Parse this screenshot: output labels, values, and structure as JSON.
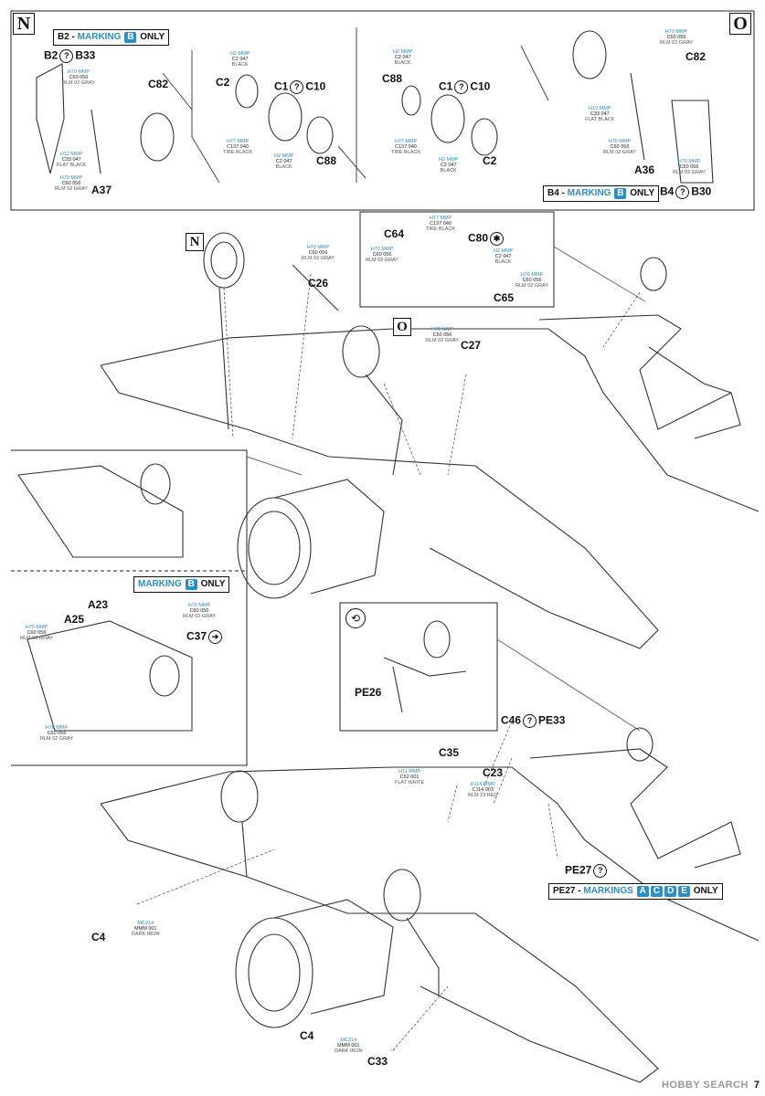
{
  "steps": {
    "N": "N",
    "O": "O",
    "N_inline": "N",
    "O_inline": "O"
  },
  "markings": {
    "b2_only": {
      "prefix": "B2 - ",
      "word": "MARKING",
      "letter": "B",
      "suffix": "ONLY"
    },
    "b4_only": {
      "prefix": "B4 - ",
      "word": "MARKING",
      "letter": "B",
      "suffix": "ONLY"
    },
    "b_only": {
      "word": "MARKING",
      "letter": "B",
      "suffix": "ONLY"
    },
    "pe27": {
      "prefix": "PE27 - ",
      "word": "MARKINGS",
      "letters": [
        "A",
        "C",
        "D",
        "E"
      ],
      "suffix": "ONLY"
    }
  },
  "labels": {
    "b2_b33": {
      "a": "B2",
      "b": "B33"
    },
    "c82_n": "C82",
    "a37": "A37",
    "c2_n": "C2",
    "c1_c10_n": {
      "a": "C1",
      "b": "C10"
    },
    "c88_n": "C88",
    "c88_o": "C88",
    "c1_c10_o": {
      "a": "C1",
      "b": "C10"
    },
    "c2_o": "C2",
    "c82_o": "C82",
    "a36": "A36",
    "b4_b30": {
      "a": "B4",
      "b": "B30"
    },
    "c26": "C26",
    "c64": "C64",
    "c80": "C80",
    "c65": "C65",
    "c27": "C27",
    "a23": "A23",
    "a25": "A25",
    "c37": "C37",
    "pe26": "PE26",
    "c46_pe33": {
      "a": "C46",
      "b": "PE33"
    },
    "c35": "C35",
    "c23": "C23",
    "pe27": "PE27",
    "c4_a": "C4",
    "c4_b": "C4",
    "c33": "C33"
  },
  "codes": {
    "rlm02_a": {
      "brand": "H70 MMP",
      "nums": "C60  056",
      "name": "RLM 02 GRAY"
    },
    "black_a": {
      "brand": "H12 MMP",
      "nums": "C33  047",
      "name": "FLAT BLACK"
    },
    "rlm02_b": {
      "brand": "H70 MMP",
      "nums": "C60  056",
      "name": "RLM 02 GRAY"
    },
    "black_b": {
      "brand": "H2 MMP",
      "nums": "C2  047",
      "name": "BLACK"
    },
    "tire_a": {
      "brand": "H77 MMP",
      "nums": "C137  040",
      "name": "TIRE BLACK"
    },
    "black_c": {
      "brand": "H2 MMP",
      "nums": "C2  047",
      "name": "BLACK"
    },
    "black_d": {
      "brand": "H2 MMP",
      "nums": "C2  047",
      "name": "BLACK"
    },
    "tire_b": {
      "brand": "H77 MMP",
      "nums": "C137  040",
      "name": "TIRE BLACK"
    },
    "black_e": {
      "brand": "H2 MMP",
      "nums": "C2  047",
      "name": "BLACK"
    },
    "rlm02_c": {
      "brand": "H70 MMP",
      "nums": "C60  056",
      "name": "RLM 02 GRAY"
    },
    "black_f": {
      "brand": "H12 MMP",
      "nums": "C33  047",
      "name": "FLAT BLACK"
    },
    "rlm02_d": {
      "brand": "H70 MMP",
      "nums": "C60  056",
      "name": "RLM 02 GRAY"
    },
    "rlm02_e": {
      "brand": "H70 MMP",
      "nums": "C60  056",
      "name": "RLM 02 GRAY"
    },
    "tire_c": {
      "brand": "H77 MMP",
      "nums": "C137  040",
      "name": "TIRE BLACK"
    },
    "rlm02_f": {
      "brand": "H70 MMP",
      "nums": "C60  056",
      "name": "RLM 02 GRAY"
    },
    "black_g": {
      "brand": "H2 MMP",
      "nums": "C2  047",
      "name": "BLACK"
    },
    "rlm02_g": {
      "brand": "H70 MMP",
      "nums": "C60  056",
      "name": "RLM 02 GRAY"
    },
    "rlm02_h": {
      "brand": "H70 MMP",
      "nums": "C60  056",
      "name": "RLM 02 GRAY"
    },
    "rlm02_i": {
      "brand": "H70 MMP",
      "nums": "C60  056",
      "name": "RLM 02 GRAY"
    },
    "rlm02_j": {
      "brand": "H70 MMP",
      "nums": "C60  056",
      "name": "RLM 02 GRAY"
    },
    "rlm02_k": {
      "brand": "H70 MMP",
      "nums": "C60  056",
      "name": "RLM 02 GRAY"
    },
    "rlm02_l": {
      "brand": "H70 MMP",
      "nums": "C60  056",
      "name": "RLM 02 GRAY"
    },
    "white": {
      "brand": "H11 MMP",
      "nums": "C62  001",
      "name": "FLAT WHITE"
    },
    "red": {
      "brand": "H114 MMP",
      "nums": "C114  003",
      "name": "RLM 23 RED"
    },
    "iron_a": {
      "brand": "MC214",
      "nums": "MMM 001",
      "name": "DARK IRON"
    },
    "iron_b": {
      "brand": "MC214",
      "nums": "MMM 001",
      "name": "DARK IRON"
    }
  },
  "page_number": "7",
  "watermark": "HOBBY SEARCH",
  "colors": {
    "accent": "#2a8fc4",
    "line": "#111111",
    "paper": "#ffffff"
  }
}
